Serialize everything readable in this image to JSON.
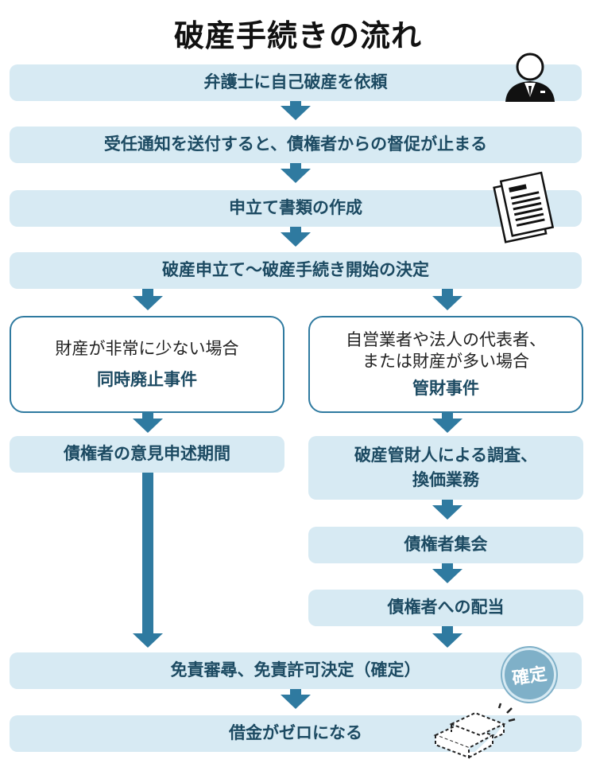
{
  "title": "破産手続きの流れ",
  "steps": {
    "s1": "弁護士に自己破産を依頼",
    "s2": "受任通知を送付すると、債権者からの督促が止まる",
    "s3": "申立て書類の作成",
    "s4": "破産申立て〜破産手続き開始の決定",
    "left_case": {
      "desc": "財産が非常に少ない場合",
      "name": "同時廃止事件"
    },
    "right_case": {
      "desc_line1": "自営業者や法人の代表者、",
      "desc_line2": "または財産が多い場合",
      "name": "管財事件"
    },
    "left_step": "債権者の意見申述期間",
    "r1_line1": "破産管財人による調査、",
    "r1_line2": "換価業務",
    "r2": "債権者集会",
    "r3": "債権者への配当",
    "s_final1": "免責審尋、免責許可決定（確定）",
    "s_final2": "借金がゼロになる"
  },
  "stamp_text": "確定",
  "icons": [
    "lawyer-icon",
    "documents-icon",
    "stamp-icon",
    "cash-stack-icon"
  ],
  "colors": {
    "step_bg": "#d7eaf3",
    "accent": "#2f7aa0",
    "text": "#1c4a62"
  }
}
